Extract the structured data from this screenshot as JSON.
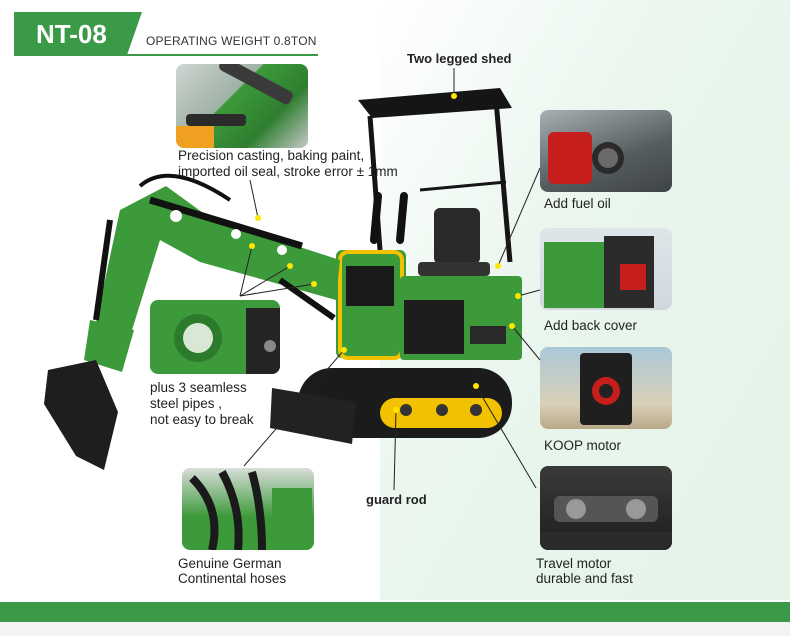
{
  "header": {
    "model": "NT-08",
    "operating_weight": "OPERATING WEIGHT 0.8TON"
  },
  "callouts": {
    "shed": "Two legged shed",
    "cylinder_line1": "Precision casting, baking paint,",
    "cylinder_line2": "imported oil seal, stroke error ± 1mm",
    "fuel": "Add fuel oil",
    "back_cover": "Add back cover",
    "pipes_line1": "plus 3 seamless",
    "pipes_line2": "steel pipes ,",
    "pipes_line3": "not easy to break",
    "motor": "KOOP motor",
    "guard_rod": "guard rod",
    "hoses_line1": "Genuine German",
    "hoses_line2": "Continental hoses",
    "travel_line1": "Travel motor",
    "travel_line2": "durable and fast"
  },
  "colors": {
    "brand_green": "#3a9a48",
    "machine_green": "#3c9a3a",
    "accent_yellow": "#f2c100"
  }
}
